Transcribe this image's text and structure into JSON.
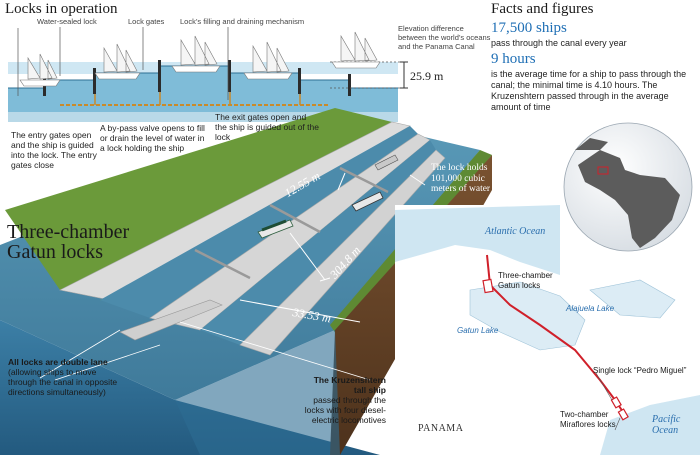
{
  "locks_in_operation": {
    "title": "Locks in operation",
    "labels": {
      "water_sealed": "Water-sealed lock",
      "lock_gates": "Lock gates",
      "filling": "Lock’s filling and draining mechanism",
      "elevation": "Elevation difference between the world’s oceans and the Panama Canal",
      "elevation_value": "25.9 m"
    },
    "steps": [
      "The entry gates open and the ship is guided into the lock. The entry gates close",
      "A by-pass valve opens to fill or drain the level of water in a lock holding the ship",
      "The exit gates open and the ship is guided out of the lock"
    ]
  },
  "facts": {
    "title": "Facts and figures",
    "fact1_value": "17,500 ships",
    "fact1_text": "pass through the canal every year",
    "fact2_value": "9 hours",
    "fact2_text": "is the average time for a ship to pass through the canal; the minimal time is 4.10 hours. The Kruzenshtern passed through in the average amount of time"
  },
  "gatun": {
    "title_line1": "Three-chamber",
    "title_line2": "Gatun locks",
    "dim_width": "12.55 m",
    "dim_length": "304.8 m",
    "dim_approach": "33.53 m",
    "capacity": "The lock holds 101,000 cubic meters of water",
    "double_lane_bold": "All locks are double lane",
    "double_lane_text": "(allowing ships to move through the canal in opposite directions simultaneously)",
    "kruz_bold": "The Kruzenshtern tall ship",
    "kruz_text": "passed through the locks with four diesel-electric locomotives"
  },
  "map": {
    "atlantic": "Atlantic Ocean",
    "pacific_line1": "Pacific",
    "pacific_line2": "Ocean",
    "gatun_locks": "Three-chamber Gatun locks",
    "gatun_lake": "Gatun Lake",
    "alajuela": "Alajuela Lake",
    "pedro_miguel": "Single lock “Pedro Miguel”",
    "miraflores": "Two-chamber Miraflores locks",
    "panama": "PANAMA"
  },
  "colors": {
    "water": "#4f8fae",
    "grass": "#6b9a3a",
    "soil": "#6e4a2a",
    "accent_blue": "#1f6fb5",
    "canal_red": "#d0202a"
  }
}
